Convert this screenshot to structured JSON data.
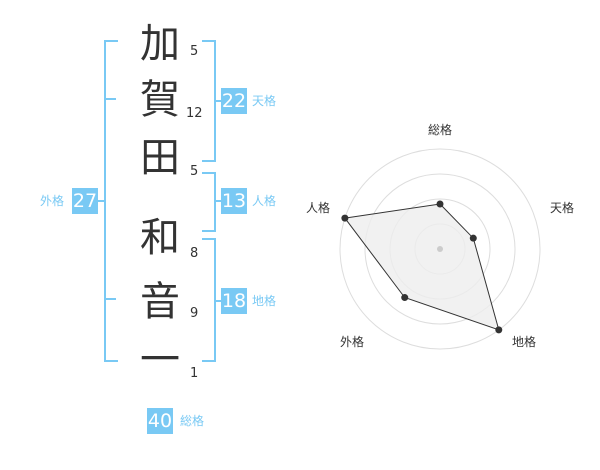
{
  "name": {
    "characters": [
      {
        "char": "加",
        "strokes": "5"
      },
      {
        "char": "賀",
        "strokes": "12"
      },
      {
        "char": "田",
        "strokes": "5"
      },
      {
        "char": "和",
        "strokes": "8"
      },
      {
        "char": "音",
        "strokes": "9"
      },
      {
        "char": "一",
        "strokes": "1"
      }
    ]
  },
  "kaku": {
    "tenkaku": {
      "value": "22",
      "label": "天格"
    },
    "jinkaku": {
      "value": "13",
      "label": "人格"
    },
    "chikaku": {
      "value": "18",
      "label": "地格"
    },
    "gaikaku": {
      "value": "27",
      "label": "外格"
    },
    "soukaku": {
      "value": "40",
      "label": "総格"
    }
  },
  "colors": {
    "accent": "#79c9f4",
    "radar_fill": "#eeeeee",
    "ring": "#dddddd"
  },
  "chart_data": {
    "type": "radar",
    "axes": [
      "総格",
      "天格",
      "地格",
      "外格",
      "人格"
    ],
    "values": [
      0.45,
      0.35,
      1.0,
      0.6,
      1.0
    ],
    "rings": 4
  }
}
